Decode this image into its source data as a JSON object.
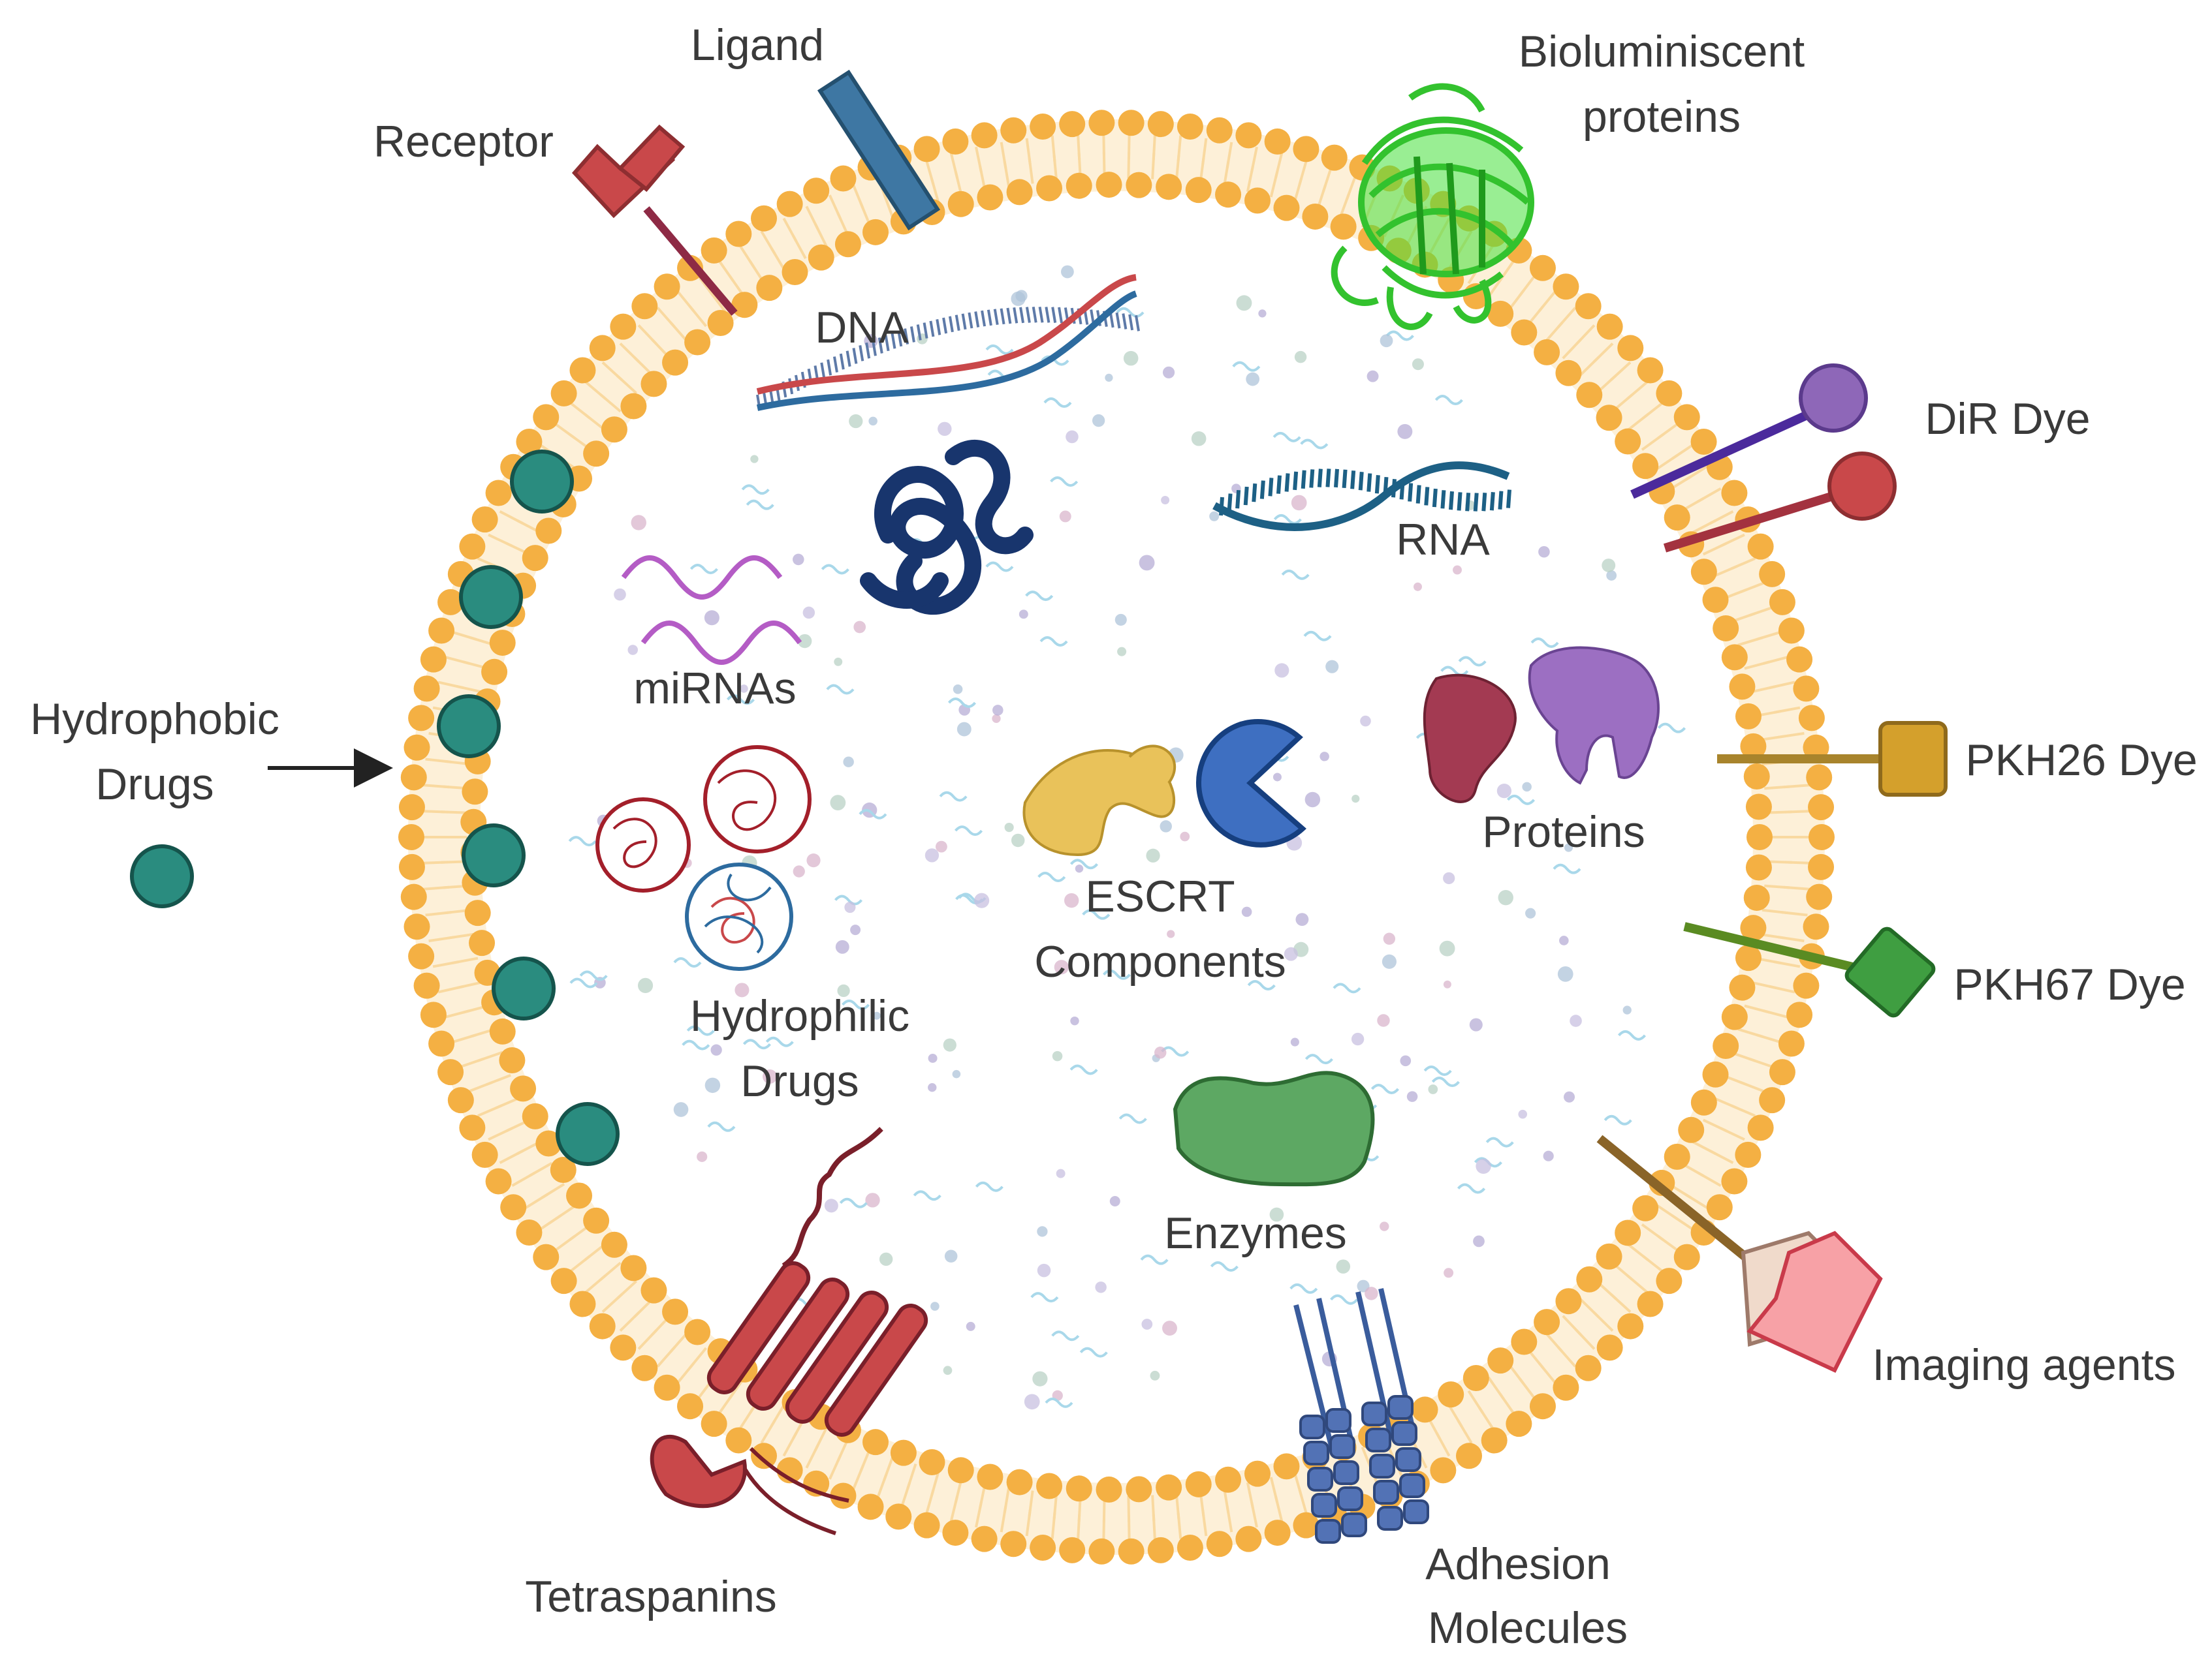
{
  "labels": {
    "ligand": "Ligand",
    "receptor": "Receptor",
    "biolum_1": "Bioluminiscent",
    "biolum_2": "proteins",
    "dna": "DNA",
    "rna": "RNA",
    "dir_dye": "DiR Dye",
    "mirnas": "miRNAs",
    "hydrophobic_1": "Hydrophobic",
    "hydrophobic_2": "Drugs",
    "pkh26": "PKH26 Dye",
    "proteins": "Proteins",
    "escrt_1": "ESCRT",
    "escrt_2": "Components",
    "pkh67": "PKH67 Dye",
    "hydrophilic_1": "Hydrophilic",
    "hydrophilic_2": "Drugs",
    "enzymes": "Enzymes",
    "imaging": "Imaging agents",
    "tetraspanins": "Tetraspanins",
    "adhesion_1": "Adhesion",
    "adhesion_2": "Molecules"
  },
  "colors": {
    "membrane_head": "#F4B043",
    "membrane_tail": "#F9D9A0",
    "hydrophobic_drug": "#2A8C7F",
    "receptor": "#C9484A",
    "ligand": "#3E77A3",
    "biolum": "#33C22E",
    "dir_purple": "#8E67B8",
    "dir_red": "#C9484A",
    "pkh26": "#D4A02C",
    "pkh67": "#3F9E41",
    "imaging": "#F7A1A6",
    "tetraspanin": "#C9484A",
    "adhesion": "#5272B5",
    "dna_red": "#C9484A",
    "dna_blue": "#2D6B9F",
    "rna": "#1D6085",
    "mirna": "#B45CC5",
    "protein_red": "#A33A52",
    "protein_purple": "#9C6FC2",
    "escrt_yellow": "#E9C25A",
    "escrt_blue": "#3E6FC1",
    "enzyme": "#5DA863"
  }
}
